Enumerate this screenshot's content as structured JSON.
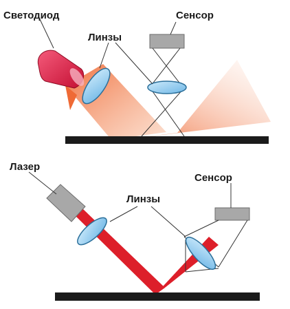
{
  "top_diagram": {
    "light_source_label": "Светодиод",
    "lenses_label": "Линзы",
    "sensor_label": "Сенсор"
  },
  "bottom_diagram": {
    "light_source_label": "Лазер",
    "lenses_label": "Линзы",
    "sensor_label": "Сенсор"
  },
  "colors": {
    "led_body": "#e0153f",
    "led_beam": "#f07a3c",
    "laser_beam": "#dd1f2a",
    "lens_fill": "#8ecdf0",
    "lens_stroke": "#2b6f9a",
    "sensor_fill": "#a8a8a8",
    "surface": "#1b1b1b"
  }
}
